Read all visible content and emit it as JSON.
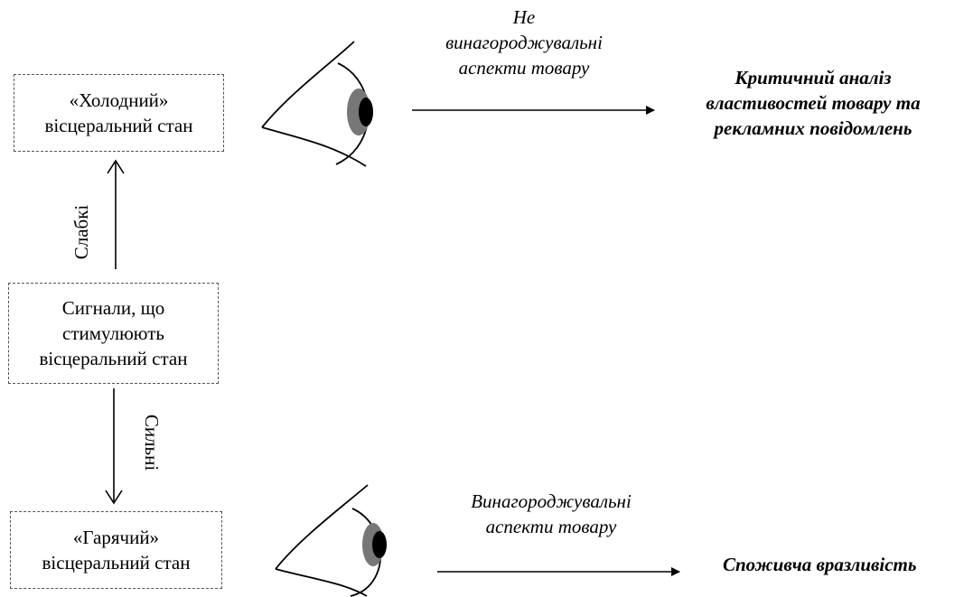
{
  "boxes": {
    "cold": {
      "line1": "«Холодний»",
      "line2": "вісцеральний стан"
    },
    "signals": {
      "line1": "Сигнали, що",
      "line2": "стимулюють",
      "line3": "вісцеральний стан"
    },
    "hot": {
      "line1": "«Гарячий»",
      "line2": "вісцеральний стан"
    }
  },
  "labels": {
    "non_reward": {
      "line1": "Не",
      "line2": "винагороджувальні",
      "line3": "аспекти товару"
    },
    "critical": {
      "line1": "Критичний аналіз",
      "line2": "властивостей товару та",
      "line3": "рекламних повідомлень"
    },
    "reward": {
      "line1": "Винагороджувальні",
      "line2": "аспекти товару"
    },
    "consumer": "Споживча вразливість",
    "weak": "Слабкі",
    "strong": "Сильні"
  },
  "icons": [
    "eye-icon",
    "eye-icon",
    "arrow-up-icon",
    "arrow-down-icon",
    "arrow-right-icon",
    "arrow-right-icon"
  ],
  "colors": {
    "line": "#000000",
    "iris": "#777777",
    "pupil": "#000000",
    "box_border": "#555555"
  }
}
